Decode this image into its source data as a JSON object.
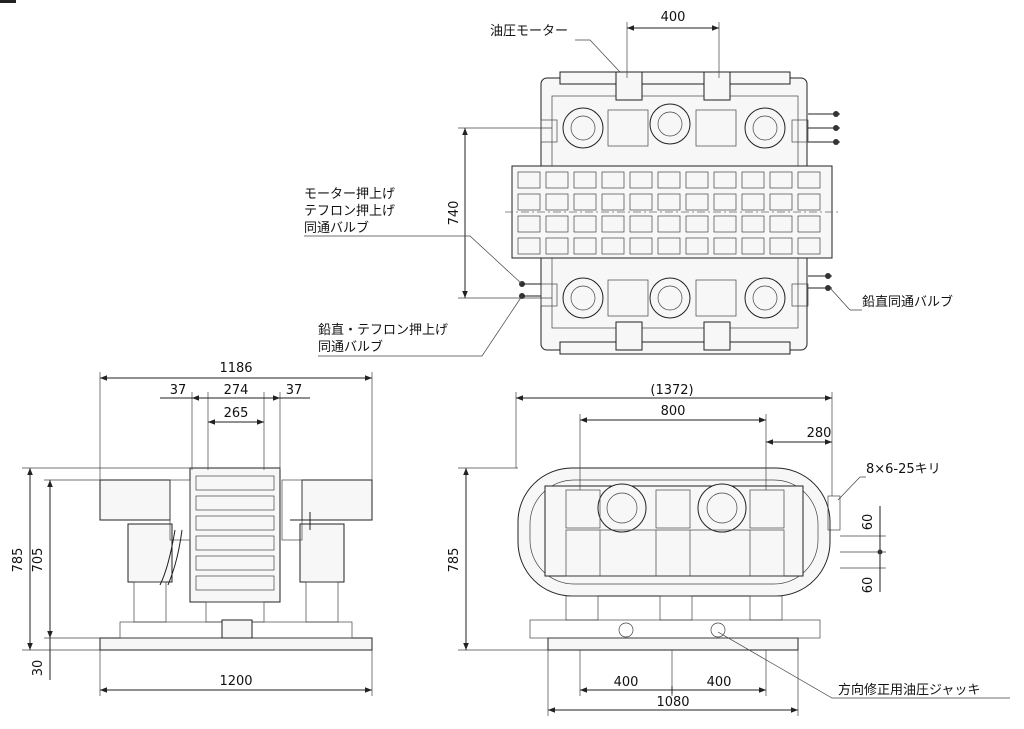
{
  "labels": {
    "motor": "油圧モーター",
    "lift_valve_1": "モーター押上げ",
    "lift_valve_2": "テフロン押上げ",
    "lift_valve_3": "同通バルブ",
    "vert_valve_1": "鉛直・テフロン押上げ",
    "vert_valve_2": "同通バルブ",
    "plumb_valve": "鉛直同通バルブ",
    "holes": "8×6-25キリ",
    "jack": "方向修正用油圧ジャッキ"
  },
  "dims": {
    "top_400": "400",
    "top_740": "740",
    "side_1186": "1186",
    "side_37a": "37",
    "side_274": "274",
    "side_37b": "37",
    "side_265": "265",
    "side_785": "785",
    "side_705": "705",
    "side_30": "30",
    "side_1200": "1200",
    "front_1372": "(1372)",
    "front_800": "800",
    "front_280": "280",
    "front_60a": "60",
    "front_60b": "60",
    "front_785": "785",
    "front_400a": "400",
    "front_400b": "400",
    "front_1080": "1080"
  }
}
